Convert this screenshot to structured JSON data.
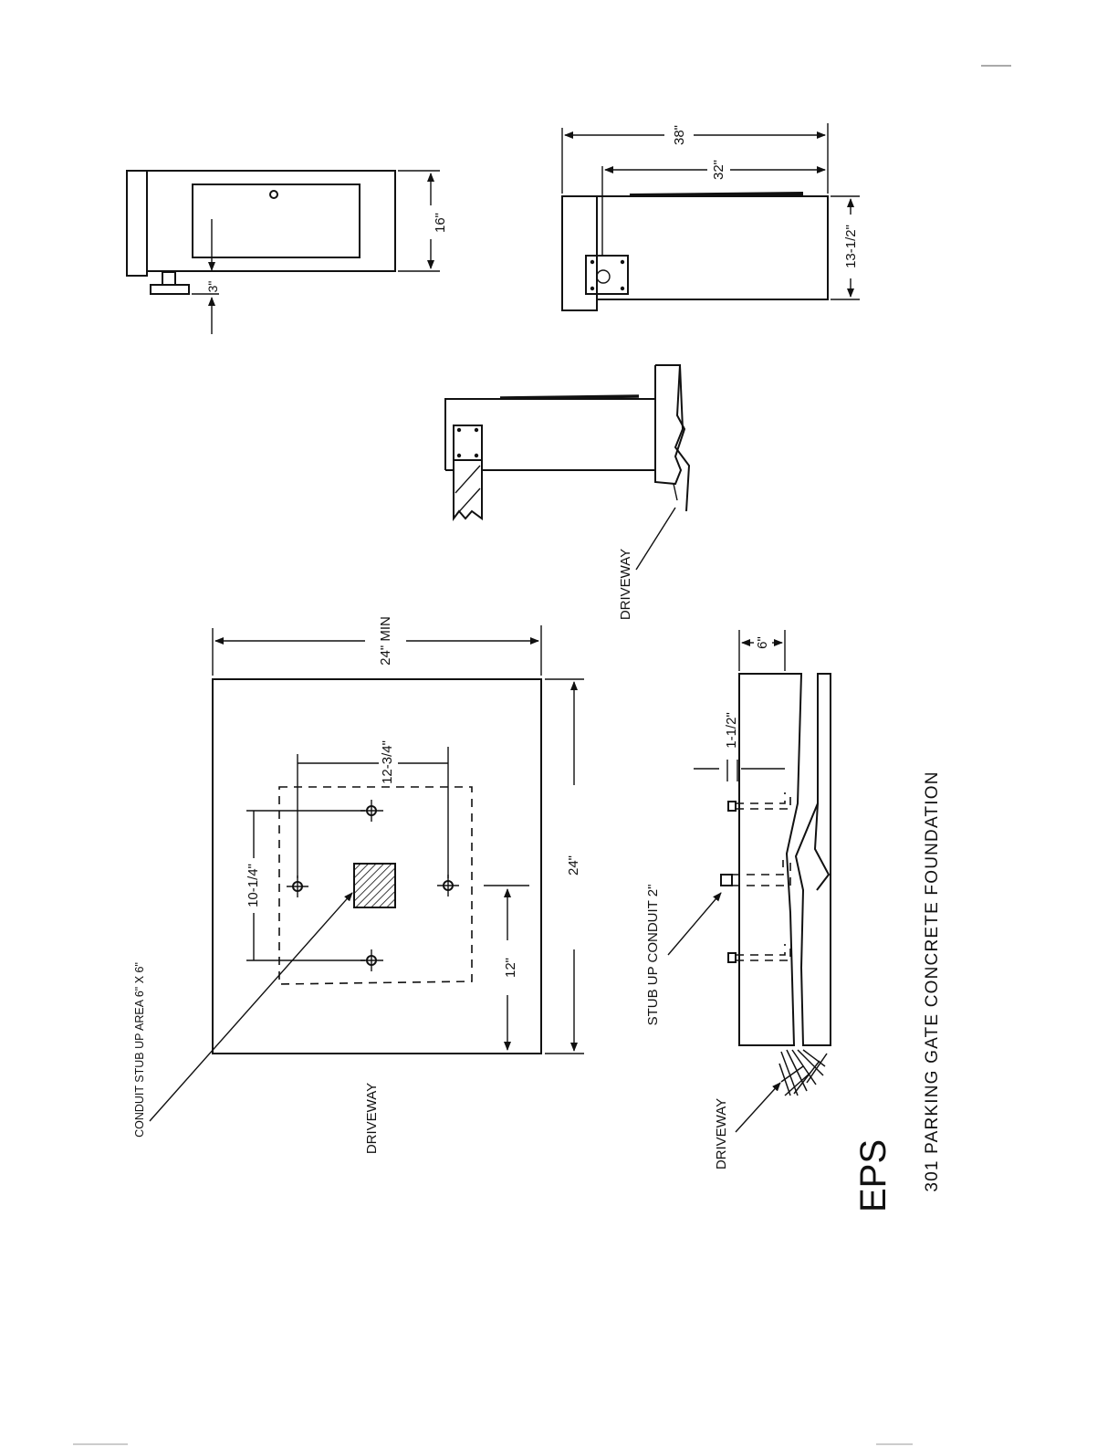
{
  "drawing": {
    "title": "301 PARKING GATE CONCRETE FOUNDATION",
    "brand": "EPS"
  },
  "top_view": {
    "dim_height": "16\"",
    "dim_offset": "3\""
  },
  "side_view": {
    "dim_overall": "38\"",
    "dim_arm": "32\"",
    "dim_height": "13-1/2\""
  },
  "elevation": {
    "driveway_label": "DRIVEWAY"
  },
  "plan": {
    "conduit_label": "CONDUIT STUB UP AREA 6\" X 6\"",
    "dim_width_min": "24\" MIN",
    "dim_depth": "24\"",
    "dim_bolt_a": "12-3/4\"",
    "dim_bolt_b": "10-1/4\"",
    "dim_center": "12\"",
    "driveway_label": "DRIVEWAY"
  },
  "section": {
    "dim_depth": "6\"",
    "dim_edge": "1-1/2\"",
    "stub_label": "STUB UP CONDUIT 2\"",
    "driveway_label": "DRIVEWAY"
  },
  "colors": {
    "ink": "#111111",
    "paper": "#ffffff"
  }
}
